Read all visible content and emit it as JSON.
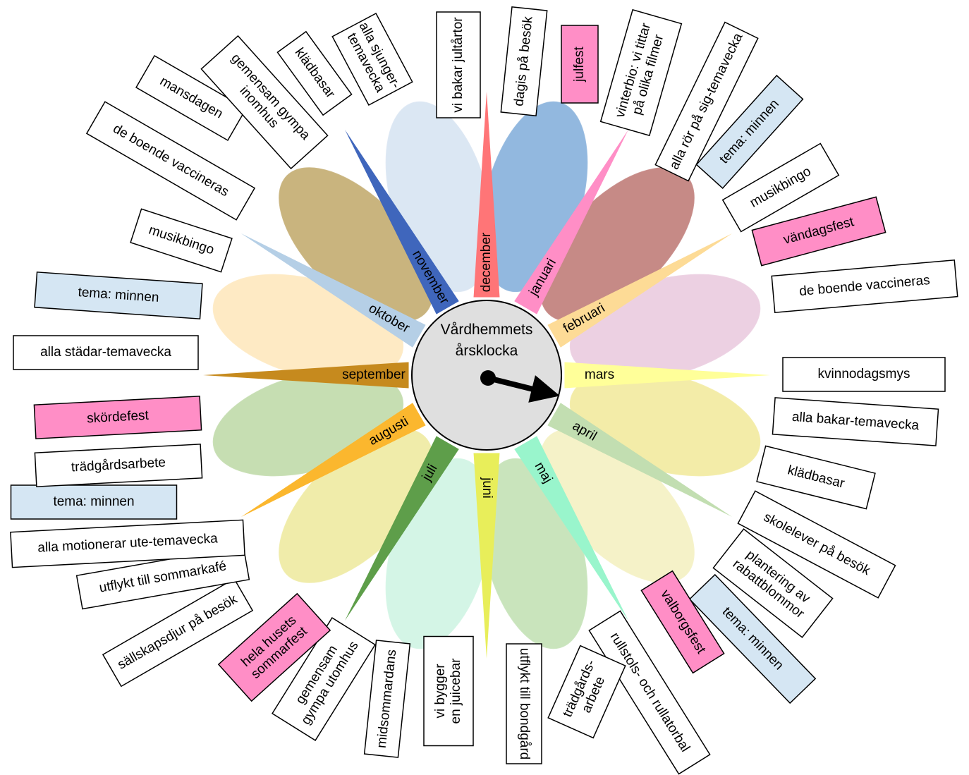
{
  "center": {
    "line1": "Vårdhemmets",
    "line2": "årsklocka"
  },
  "months": [
    {
      "key": "mars",
      "label": "mars",
      "petal": "#f3eca8",
      "wedge": "#ffff99"
    },
    {
      "key": "april",
      "label": "april",
      "petal": "#f5f2c8",
      "wedge": "#c2deb1"
    },
    {
      "key": "maj",
      "label": "maj",
      "petal": "#c9e4bc",
      "wedge": "#99f5cc"
    },
    {
      "key": "juni",
      "label": "juni",
      "petal": "#d4f5e6",
      "wedge": "#e8ee5a"
    },
    {
      "key": "juli",
      "label": "juli",
      "petal": "#f0ecaa",
      "wedge": "#5e9e4a"
    },
    {
      "key": "augusti",
      "label": "augusti",
      "petal": "#c6deb2",
      "wedge": "#fbb72e"
    },
    {
      "key": "september",
      "label": "september",
      "petal": "#feeac4",
      "wedge": "#c68a1e"
    },
    {
      "key": "oktober",
      "label": "oktober",
      "petal": "#c9b47e",
      "wedge": "#b5cfe6"
    },
    {
      "key": "november",
      "label": "november",
      "petal": "#dbe7f3",
      "wedge": "#3f66bc"
    },
    {
      "key": "december",
      "label": "december",
      "petal": "#92b8df",
      "wedge": "#ff7577"
    },
    {
      "key": "januari",
      "label": "januari",
      "petal": "#c68a86",
      "wedge": "#ff8ec6"
    },
    {
      "key": "februari",
      "label": "februari",
      "petal": "#ecd0e2",
      "wedge": "#fddb96"
    }
  ],
  "activities": [
    {
      "key": "vi-bakar-jultartor",
      "lines": [
        "vi bakar jultårtor"
      ],
      "month": "december",
      "style": "white"
    },
    {
      "key": "dagis-pa-besok",
      "lines": [
        "dagis på besök"
      ],
      "month": "december",
      "style": "white"
    },
    {
      "key": "julfest",
      "lines": [
        "julfest"
      ],
      "month": "december",
      "style": "pink"
    },
    {
      "key": "vinterbio",
      "lines": [
        "vinterbio: vi tittar",
        "på olika filmer"
      ],
      "month": "januari",
      "style": "white"
    },
    {
      "key": "alla-ror-pa-sig",
      "lines": [
        "alla rör på sig-temavecka"
      ],
      "month": "januari",
      "style": "white"
    },
    {
      "key": "tema-minnen-jan",
      "lines": [
        "tema: minnen"
      ],
      "month": "januari",
      "style": "blue"
    },
    {
      "key": "musikbingo-feb",
      "lines": [
        "musikbingo"
      ],
      "month": "februari",
      "style": "white"
    },
    {
      "key": "vandagsfest",
      "lines": [
        "vändagsfest"
      ],
      "month": "februari",
      "style": "pink"
    },
    {
      "key": "de-boende-vaccineras-feb",
      "lines": [
        "de boende vaccineras"
      ],
      "month": "februari",
      "style": "white"
    },
    {
      "key": "kvinnodagsmys",
      "lines": [
        "kvinnodagsmys"
      ],
      "month": "mars",
      "style": "white"
    },
    {
      "key": "alla-bakar",
      "lines": [
        "alla bakar-temavecka"
      ],
      "month": "mars",
      "style": "white"
    },
    {
      "key": "kladbasar-apr",
      "lines": [
        "klädbasar"
      ],
      "month": "april",
      "style": "white"
    },
    {
      "key": "skolelever",
      "lines": [
        "skolelever på besök"
      ],
      "month": "april",
      "style": "white"
    },
    {
      "key": "plantering",
      "lines": [
        "plantering av",
        "rabattblommor"
      ],
      "month": "april",
      "style": "white"
    },
    {
      "key": "tema-minnen-maj",
      "lines": [
        "tema: minnen"
      ],
      "month": "maj",
      "style": "blue"
    },
    {
      "key": "valborgsfest",
      "lines": [
        "valborgsfest"
      ],
      "month": "maj",
      "style": "pink"
    },
    {
      "key": "rullstols",
      "lines": [
        "rullstols- och rullatorbal"
      ],
      "month": "maj",
      "style": "white"
    },
    {
      "key": "tradgardsarbete-maj",
      "lines": [
        "trädgårds-",
        "arbete"
      ],
      "month": "maj",
      "style": "white"
    },
    {
      "key": "utflykt-bondgard",
      "lines": [
        "utflykt till bondgård"
      ],
      "month": "juni",
      "style": "white"
    },
    {
      "key": "juicebar",
      "lines": [
        "vi bygger",
        "en juicebar"
      ],
      "month": "juni",
      "style": "white"
    },
    {
      "key": "midsommardans",
      "lines": [
        "midsommardans"
      ],
      "month": "juni",
      "style": "white"
    },
    {
      "key": "gympa-utomhus",
      "lines": [
        "gemensam",
        "gympa utomhus"
      ],
      "month": "juli",
      "style": "white"
    },
    {
      "key": "sommarfest",
      "lines": [
        "hela husets",
        "sommarfest"
      ],
      "month": "juli",
      "style": "pink"
    },
    {
      "key": "sallskapsdjur",
      "lines": [
        "sällskapsdjur på besök"
      ],
      "month": "juli",
      "style": "white"
    },
    {
      "key": "sommarkafe",
      "lines": [
        "utflykt till sommarkafé"
      ],
      "month": "augusti",
      "style": "white"
    },
    {
      "key": "motionerar",
      "lines": [
        "alla motionerar ute-temavecka"
      ],
      "month": "augusti",
      "style": "white"
    },
    {
      "key": "tema-minnen-aug",
      "lines": [
        "tema: minnen"
      ],
      "month": "augusti",
      "style": "blue"
    },
    {
      "key": "tradgardsarbete-aug",
      "lines": [
        "trädgårdsarbete"
      ],
      "month": "augusti",
      "style": "white"
    },
    {
      "key": "skordefest",
      "lines": [
        "skördefest"
      ],
      "month": "september",
      "style": "pink"
    },
    {
      "key": "alla-stadar",
      "lines": [
        "alla städar-temavecka"
      ],
      "month": "september",
      "style": "white"
    },
    {
      "key": "tema-minnen-okt",
      "lines": [
        "tema: minnen"
      ],
      "month": "oktober",
      "style": "blue"
    },
    {
      "key": "musikbingo-okt",
      "lines": [
        "musikbingo"
      ],
      "month": "oktober",
      "style": "white"
    },
    {
      "key": "de-boende-vaccineras-okt",
      "lines": [
        "de boende vaccineras"
      ],
      "month": "oktober",
      "style": "white"
    },
    {
      "key": "mansdagen",
      "lines": [
        "mansdagen"
      ],
      "month": "november",
      "style": "white"
    },
    {
      "key": "gympa-inomhus",
      "lines": [
        "gemensam gympa",
        "inomhus"
      ],
      "month": "november",
      "style": "white"
    },
    {
      "key": "kladbasar-nov",
      "lines": [
        "klädbasar"
      ],
      "month": "november",
      "style": "white"
    },
    {
      "key": "alla-sjunger",
      "lines": [
        "alla sjunger-",
        "temavecka"
      ],
      "month": "november",
      "style": "white"
    }
  ],
  "box_colors": {
    "white": "#ffffff",
    "pink": "#ff8ec6",
    "blue": "#d5e6f3"
  },
  "hand_month": "mars"
}
